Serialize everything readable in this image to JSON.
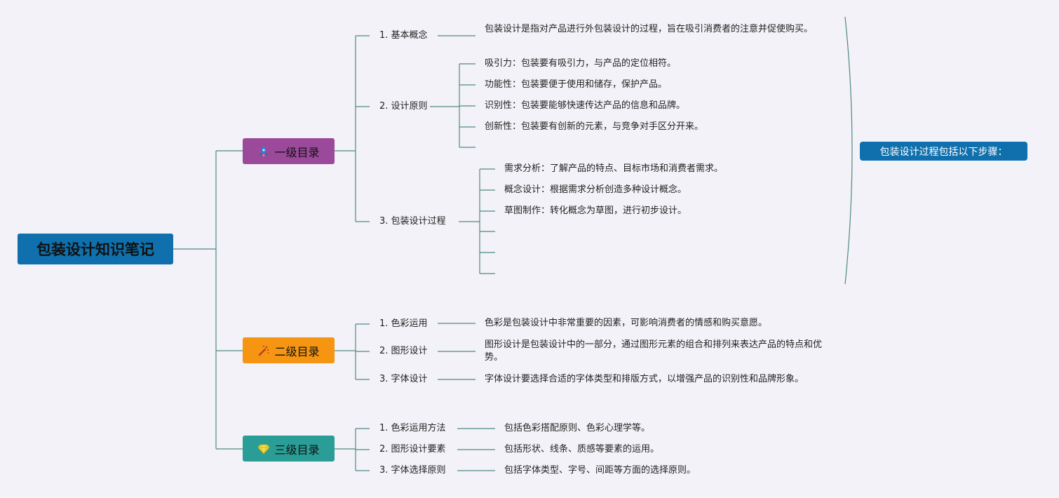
{
  "root": {
    "title": "包装设计知识笔记",
    "color": "#0f70ad"
  },
  "branches": [
    {
      "label": "一级目录",
      "color": "#9b4a9b",
      "icon": "rocket-icon",
      "children": [
        {
          "label": "1. 基本概念",
          "leaves": [
            "包装设计是指对产品进行外包装设计的过程，旨在吸引消费者的注意并促使购买。"
          ]
        },
        {
          "label": "2. 设计原则",
          "leaves": [
            "吸引力：包装要有吸引力，与产品的定位相符。",
            "功能性：包装要便于使用和储存，保护产品。",
            "识别性：包装要能够快速传达产品的信息和品牌。",
            "创新性：包装要有创新的元素，与竞争对手区分开来。"
          ]
        },
        {
          "label": "3. 包装设计过程",
          "leaves": [
            "需求分析：了解产品的特点、目标市场和消费者需求。",
            "概念设计：根据需求分析创造多种设计概念。",
            "草图制作：转化概念为草图，进行初步设计。"
          ]
        }
      ]
    },
    {
      "label": "二级目录",
      "color": "#f59511",
      "icon": "magic-wand-icon",
      "children": [
        {
          "label": "1. 色彩运用",
          "leaves": [
            "色彩是包装设计中非常重要的因素，可影响消费者的情感和购买意愿。"
          ]
        },
        {
          "label": "2. 图形设计",
          "leaves": [
            "图形设计是包装设计中的一部分，通过图形元素的组合和排列来表达产品的特点和优势。"
          ]
        },
        {
          "label": "3. 字体设计",
          "leaves": [
            "字体设计要选择合适的字体类型和排版方式，以增强产品的识别性和品牌形象。"
          ]
        }
      ]
    },
    {
      "label": "三级目录",
      "color": "#2a9e96",
      "icon": "diamond-icon",
      "children": [
        {
          "label": "1. 色彩运用方法",
          "leaves": [
            "包括色彩搭配原则、色彩心理学等。"
          ]
        },
        {
          "label": "2. 图形设计要素",
          "leaves": [
            "包括形状、线条、质感等要素的运用。"
          ]
        },
        {
          "label": "3. 字体选择原则",
          "leaves": [
            "包括字体类型、字号、间距等方面的选择原则。"
          ]
        }
      ]
    }
  ],
  "summary": {
    "label": "包装设计过程包括以下步骤：",
    "color": "#0f70ad"
  },
  "line_color": "#4e8a7e"
}
